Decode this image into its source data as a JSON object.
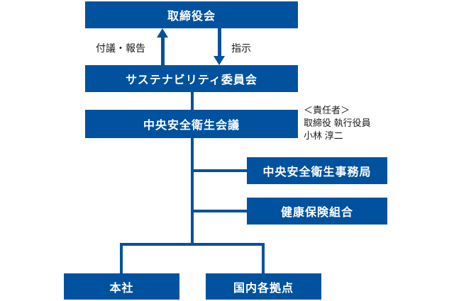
{
  "colors": {
    "primary_blue": "#00529e",
    "box_text": "#ffffff",
    "label_text": "#1a1a1a"
  },
  "nodes": {
    "board_of_directors": {
      "label": "取締役会"
    },
    "sustainability_committee": {
      "label": "サステナビリティ委員会"
    },
    "central_safety_health_council": {
      "label": "中央安全衛生会議"
    },
    "central_safety_health_secretariat": {
      "label": "中央安全衛生事務局"
    },
    "health_insurance_association": {
      "label": "健康保険組合"
    },
    "head_office": {
      "label": "本社"
    },
    "domestic_sites": {
      "label": "国内各拠点"
    }
  },
  "flow_labels": {
    "up": "付議・報告",
    "down": "指示"
  },
  "annotation": {
    "lines": [
      "＜責任者＞",
      "取締役 執行役員",
      "小林 淳二"
    ]
  }
}
